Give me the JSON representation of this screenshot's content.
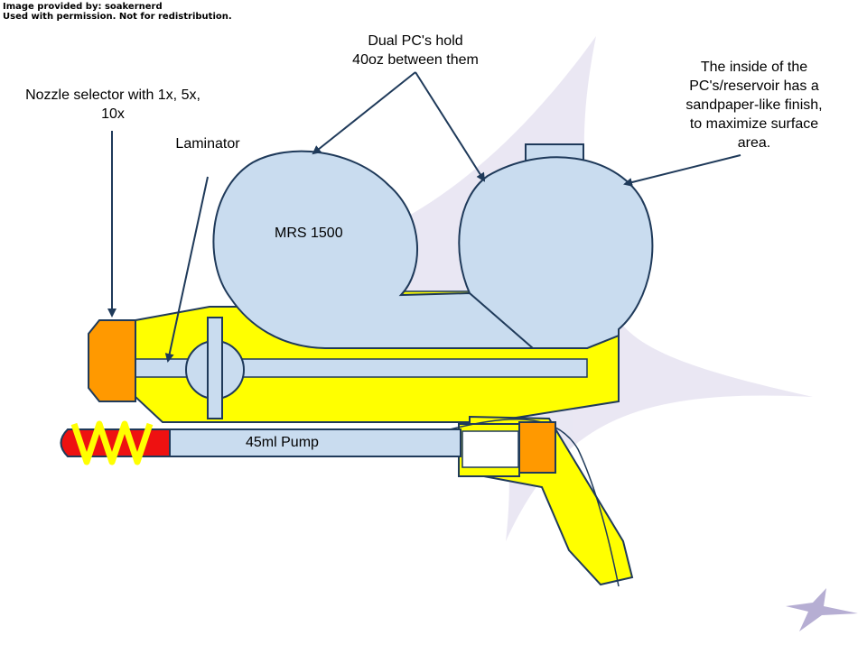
{
  "credit": {
    "line1": "Image provided by: soakernerd",
    "line2": "Used with permission. Not for redistribution."
  },
  "labels": {
    "dual_pc": [
      "Dual PC's hold",
      "40oz between them"
    ],
    "nozzle": [
      "Nozzle selector with 1x, 5x,",
      "10x"
    ],
    "laminator": "Laminator",
    "finish": [
      "The inside of the",
      "PC's/reservoir has a",
      "sandpaper-like finish,",
      "to maximize surface",
      "area."
    ],
    "mrs": "MRS 1500",
    "pump": "45ml Pump"
  },
  "colors": {
    "body_yellow": "#ffff00",
    "outline_navy": "#1f3a5a",
    "reservoir_blue": "#c9dcef",
    "nozzle_orange": "#ff9900",
    "pump_red": "#ee1111",
    "splash_lilac": "#d8d4ea"
  }
}
